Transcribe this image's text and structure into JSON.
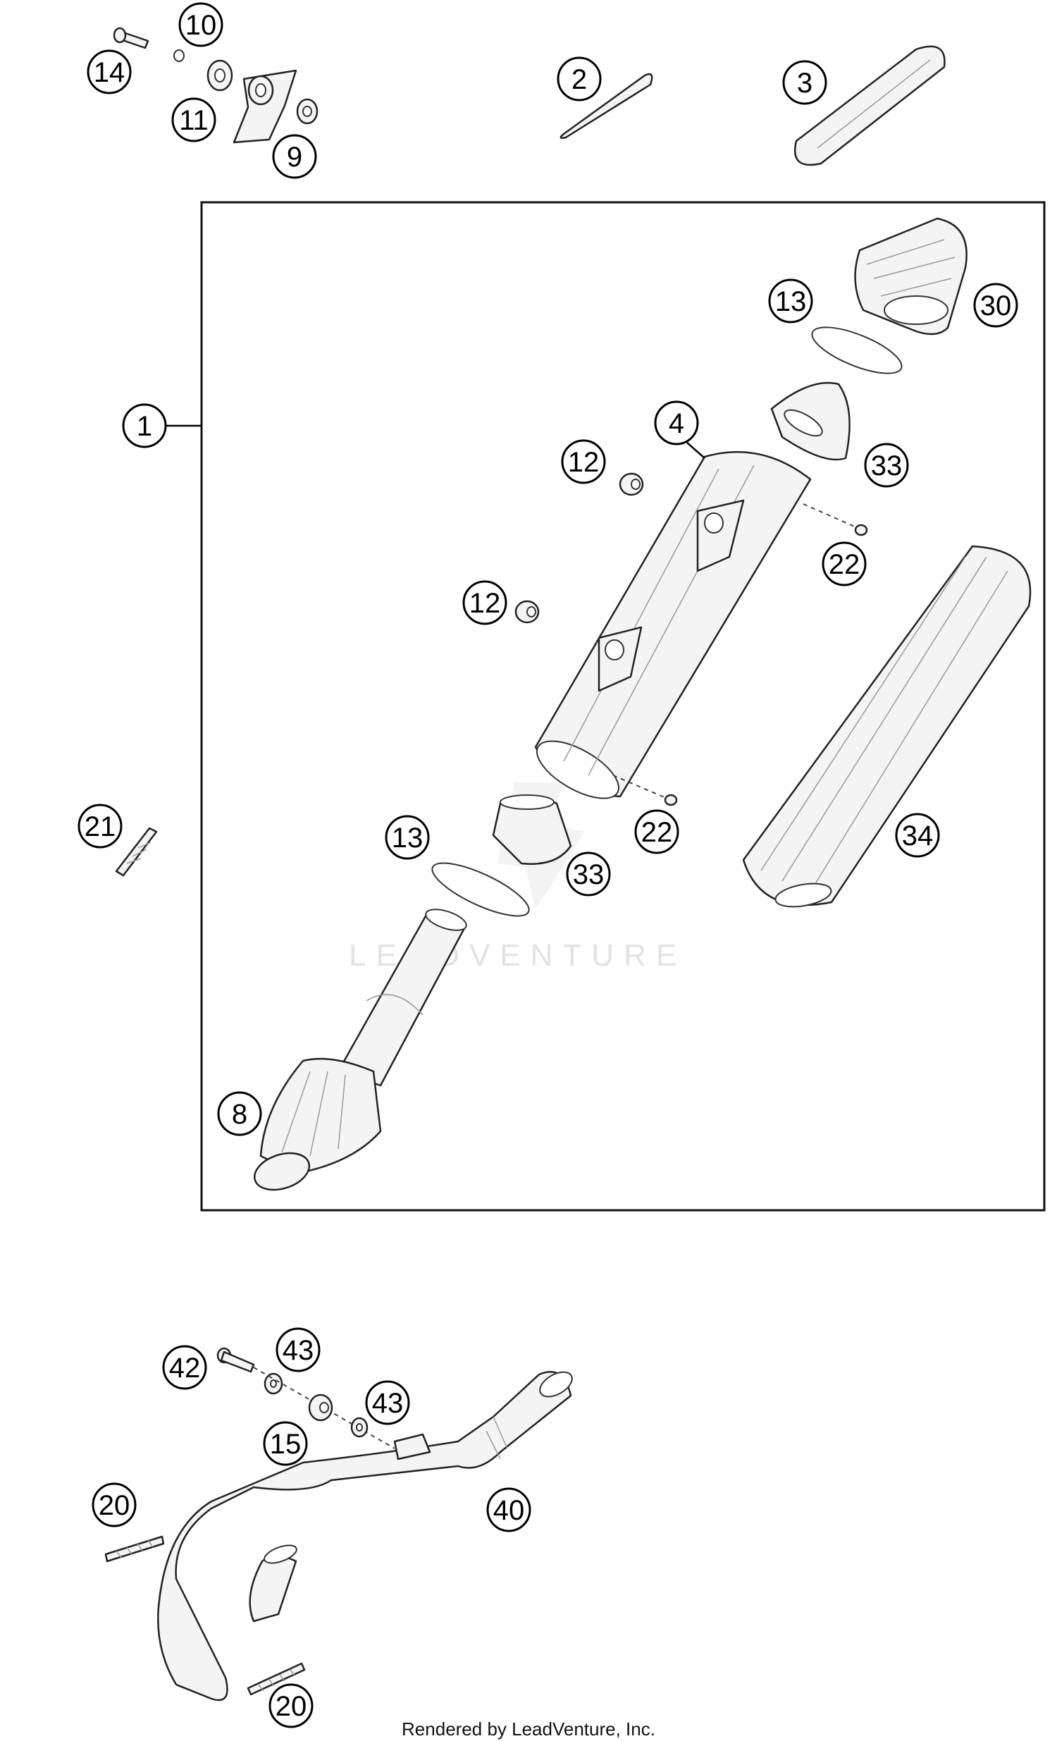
{
  "callouts": {
    "c1": "1",
    "c2": "2",
    "c3": "3",
    "c4": "4",
    "c8": "8",
    "c9": "9",
    "c10": "10",
    "c11": "11",
    "c12a": "12",
    "c12b": "12",
    "c13a": "13",
    "c13b": "13",
    "c14": "14",
    "c15": "15",
    "c20a": "20",
    "c20b": "20",
    "c21": "21",
    "c22a": "22",
    "c22b": "22",
    "c30": "30",
    "c33a": "33",
    "c33b": "33",
    "c34": "34",
    "c40": "40",
    "c42": "42",
    "c43a": "43",
    "c43b": "43"
  },
  "watermark": "LEADVENTURE",
  "footer": "Rendered by LeadVenture, Inc."
}
